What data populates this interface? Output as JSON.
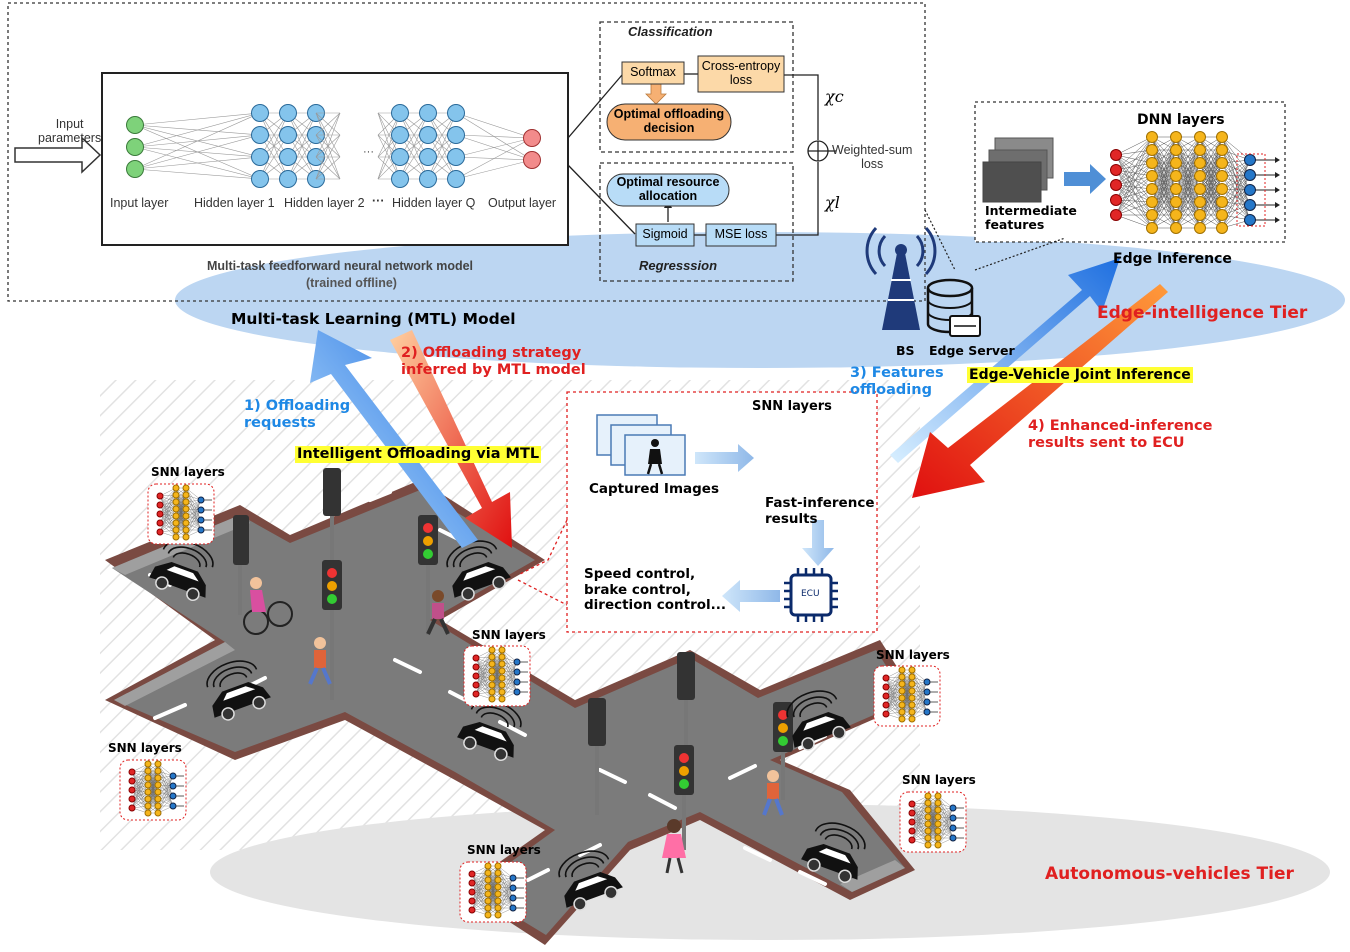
{
  "mtl_panel": {
    "input": "Input\nparameters",
    "layers": [
      "Input layer",
      "Hidden layer 1",
      "Hidden layer 2",
      "···",
      "Hidden layer Q",
      "Output layer"
    ],
    "dots": "···",
    "caption": "Multi-task feedforward neural network model",
    "caption2": "(trained offline)",
    "classification": "Classification",
    "softmax": "Softmax",
    "cross_entropy": "Cross-entropy\nloss",
    "optimal_offloading": "Optimal offloading\ndecision",
    "chi_c": "χc",
    "weighted_sum": "Weighted-sum\nloss",
    "chi_l": "χl",
    "optimal_resource": "Optimal resource\nallocation",
    "sigmoid": "Sigmoid",
    "mse": "MSE loss",
    "regression": "Regresssion"
  },
  "edge_panel": {
    "title": "DNN layers",
    "features": "Intermediate\nfeatures",
    "caption": "Edge Inference"
  },
  "labels": {
    "mtl_model": "Multi-task Learning (MTL) Model",
    "edge_tier": "Edge-intelligence Tier",
    "bs": "BS",
    "edge_server": "Edge Server",
    "joint_inference": "Edge-Vehicle Joint Inference",
    "step1": "1) Offloading\nrequests",
    "step2": "2) Offloading strategy\ninferred by MTL model",
    "step3": "3) Features\noffloading",
    "step4": "4) Enhanced-inference\nresults sent to ECU",
    "intelligent": "Intelligent Offloading via MTL",
    "av_tier": "Autonomous-vehicles Tier"
  },
  "vehicle_panel": {
    "snn": "SNN layers",
    "captured": "Captured Images",
    "fast": "Fast-inference\nresults",
    "control": "Speed control,\nbrake control,\ndirection control...",
    "ecu": "ECU"
  },
  "snn_label": "SNN layers",
  "colors": {
    "edge_text": "#e02020",
    "blue_text": "#1e88e5",
    "highlight": "#ffff33",
    "ellipse": "#bcd6f2",
    "road": "#7b7b7b",
    "curb": "#7a4a42"
  }
}
